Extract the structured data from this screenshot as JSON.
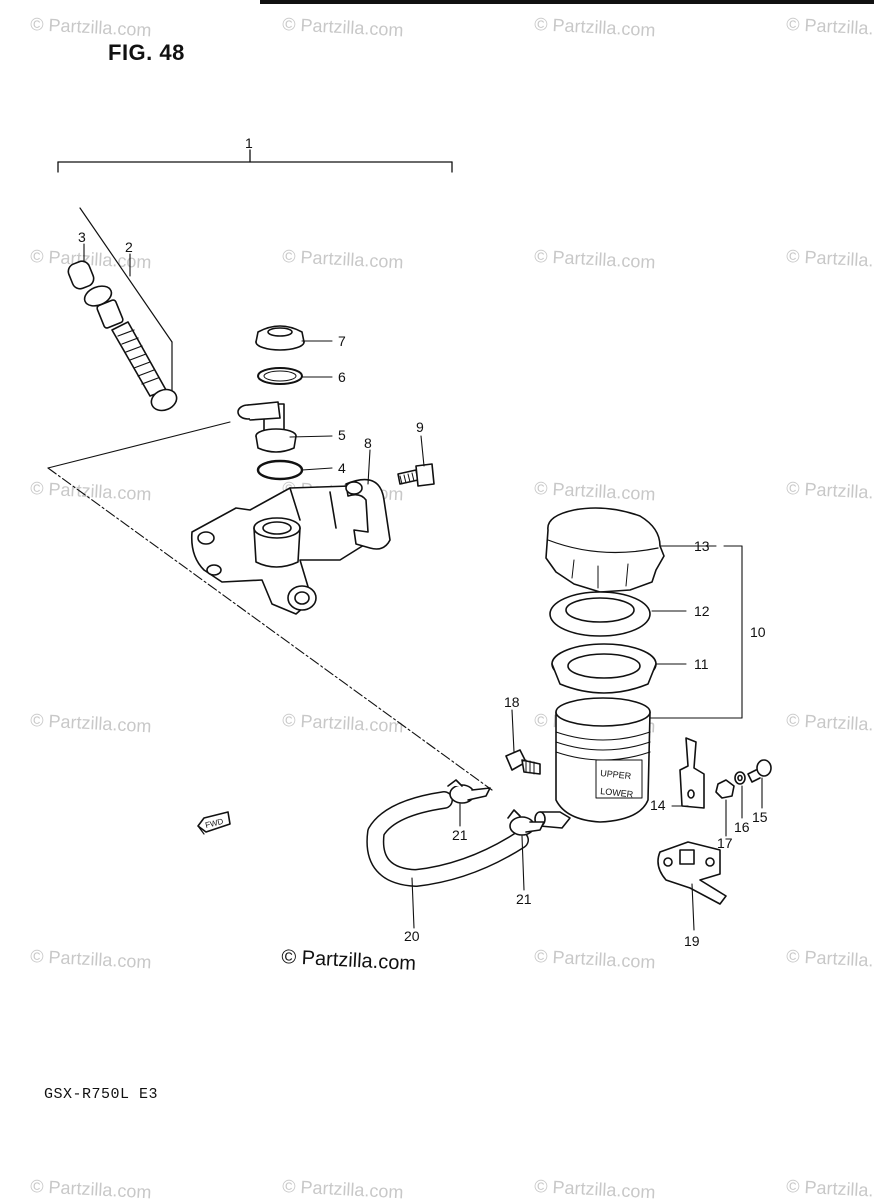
{
  "figure": {
    "title": "FIG. 48",
    "model": "GSX-R750L E3"
  },
  "watermark": {
    "text": "© Partzilla.com",
    "center_text": "© Partzilla.com"
  },
  "fine_print": "",
  "callouts": [
    {
      "id": "c1",
      "label": "1"
    },
    {
      "id": "c2",
      "label": "2"
    },
    {
      "id": "c3",
      "label": "3"
    },
    {
      "id": "c4",
      "label": "4"
    },
    {
      "id": "c5",
      "label": "5"
    },
    {
      "id": "c6",
      "label": "6"
    },
    {
      "id": "c7",
      "label": "7"
    },
    {
      "id": "c8",
      "label": "8"
    },
    {
      "id": "c9",
      "label": "9"
    },
    {
      "id": "c10",
      "label": "10"
    },
    {
      "id": "c11",
      "label": "11"
    },
    {
      "id": "c12",
      "label": "12"
    },
    {
      "id": "c13",
      "label": "13"
    },
    {
      "id": "c14",
      "label": "14"
    },
    {
      "id": "c15",
      "label": "15"
    },
    {
      "id": "c16",
      "label": "16"
    },
    {
      "id": "c17",
      "label": "17"
    },
    {
      "id": "c18",
      "label": "18"
    },
    {
      "id": "c19",
      "label": "19"
    },
    {
      "id": "c20",
      "label": "20"
    },
    {
      "id": "c21a",
      "label": "21"
    },
    {
      "id": "c21b",
      "label": "21"
    }
  ],
  "reservoir_labels": {
    "upper": "UPPER",
    "lower": "LOWER"
  },
  "fwd_label": "FWD"
}
